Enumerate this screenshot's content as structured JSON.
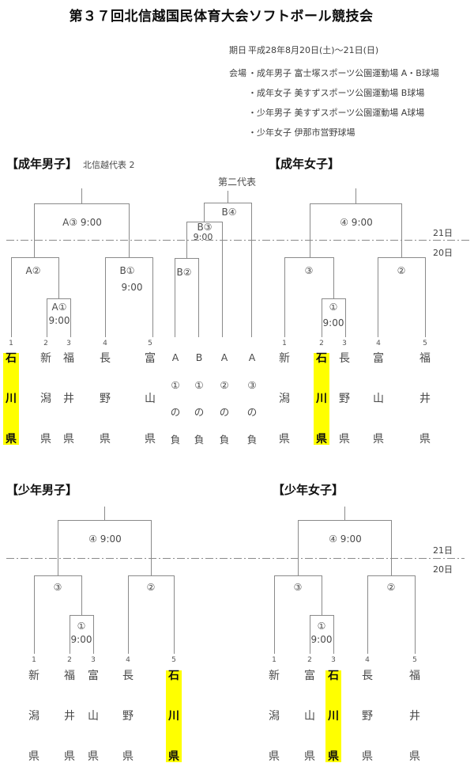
{
  "page": {
    "title": "第３７回北信越国民体育大会ソフトボール競技会"
  },
  "info": {
    "rows": [
      {
        "label": "期日",
        "text": "平成28年8月20日(土)～21日(日)"
      },
      {
        "label": "会場",
        "text": "・成年男子  富士塚スポーツ公園運動場 A・B球場"
      },
      {
        "label": "",
        "text": "・成年女子  美すずスポーツ公園運動場 B球場"
      },
      {
        "label": "",
        "text": "・少年男子  美すずスポーツ公園運動場 A球場"
      },
      {
        "label": "",
        "text": "・少年女子  伊那市営野球場"
      }
    ]
  },
  "separators": {
    "top": {
      "above": "21日",
      "below": "20日"
    },
    "bottom": {
      "above": "21日",
      "below": "20日"
    }
  },
  "colors": {
    "highlight": "#ffff00",
    "line": "#8a8a8a"
  },
  "adult_men": {
    "header": "【成年男子】",
    "subtitle": "北信越代表 2",
    "second_rep": "第二代表",
    "final": "A③ 9:00",
    "semi_left": "A②",
    "game1": "A①",
    "game1_time": "9:00",
    "semi_right": "B①",
    "semi_right_time": "9:00",
    "rep_g2": "B②",
    "rep_g3": "B③",
    "rep_g3_time": "9:00",
    "rep_g4": "B④",
    "teams": [
      {
        "no": "1",
        "name": "石川県",
        "highlight": true
      },
      {
        "no": "2",
        "name": "新潟県",
        "highlight": false
      },
      {
        "no": "3",
        "name": "福井県",
        "highlight": false
      },
      {
        "no": "4",
        "name": "長野県",
        "highlight": false
      },
      {
        "no": "5",
        "name": "富山県",
        "highlight": false
      }
    ],
    "loser_cols": [
      "A①の負",
      "B①の負",
      "A②の負",
      "A③の負"
    ]
  },
  "adult_women": {
    "header": "【成年女子】",
    "final": "④ 9:00",
    "semi_left": "③",
    "semi_right": "②",
    "game1": "①",
    "game1_time": "9:00",
    "teams": [
      {
        "no": "1",
        "name": "新潟県",
        "highlight": false
      },
      {
        "no": "2",
        "name": "石川県",
        "highlight": true
      },
      {
        "no": "3",
        "name": "長野県",
        "highlight": false
      },
      {
        "no": "4",
        "name": "富山県",
        "highlight": false
      },
      {
        "no": "5",
        "name": "福井県",
        "highlight": false
      }
    ]
  },
  "boys": {
    "header": "【少年男子】",
    "final": "④ 9:00",
    "semi_left": "③",
    "semi_right": "②",
    "game1": "①",
    "game1_time": "9:00",
    "teams": [
      {
        "no": "1",
        "name": "新潟県",
        "highlight": false
      },
      {
        "no": "2",
        "name": "福井県",
        "highlight": false
      },
      {
        "no": "3",
        "name": "富山県",
        "highlight": false
      },
      {
        "no": "4",
        "name": "長野県",
        "highlight": false
      },
      {
        "no": "5",
        "name": "石川県",
        "highlight": true
      }
    ]
  },
  "girls": {
    "header": "【少年女子】",
    "final": "④ 9:00",
    "semi_left": "③",
    "semi_right": "②",
    "game1": "①",
    "game1_time": "9:00",
    "teams": [
      {
        "no": "1",
        "name": "新潟県",
        "highlight": false
      },
      {
        "no": "2",
        "name": "富山県",
        "highlight": false
      },
      {
        "no": "3",
        "name": "石川県",
        "highlight": true
      },
      {
        "no": "4",
        "name": "長野県",
        "highlight": false
      },
      {
        "no": "5",
        "name": "福井県",
        "highlight": false
      }
    ]
  }
}
